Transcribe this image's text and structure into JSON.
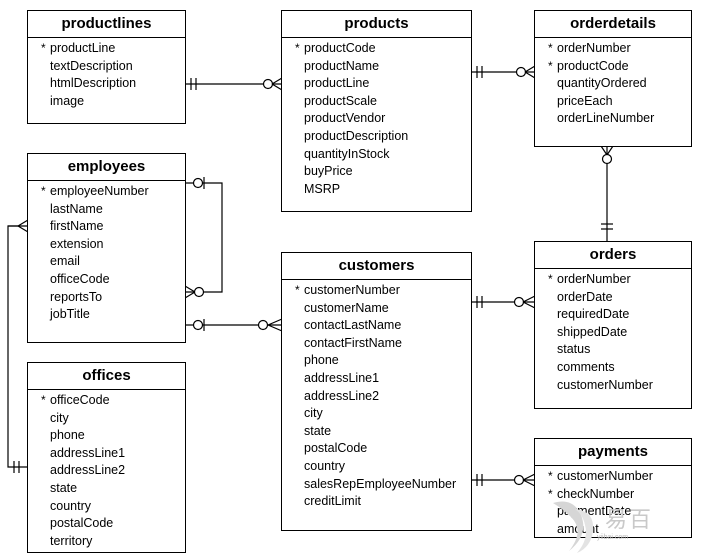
{
  "entities": {
    "productlines": {
      "name": "productlines",
      "fields": [
        {
          "name": "productLine",
          "pk": true
        },
        {
          "name": "textDescription",
          "pk": false
        },
        {
          "name": "htmlDescription",
          "pk": false
        },
        {
          "name": "image",
          "pk": false
        }
      ]
    },
    "products": {
      "name": "products",
      "fields": [
        {
          "name": "productCode",
          "pk": true
        },
        {
          "name": "productName",
          "pk": false
        },
        {
          "name": "productLine",
          "pk": false
        },
        {
          "name": "productScale",
          "pk": false
        },
        {
          "name": "productVendor",
          "pk": false
        },
        {
          "name": "productDescription",
          "pk": false
        },
        {
          "name": "quantityInStock",
          "pk": false
        },
        {
          "name": "buyPrice",
          "pk": false
        },
        {
          "name": "MSRP",
          "pk": false
        }
      ]
    },
    "orderdetails": {
      "name": "orderdetails",
      "fields": [
        {
          "name": "orderNumber",
          "pk": true
        },
        {
          "name": "productCode",
          "pk": true
        },
        {
          "name": "quantityOrdered",
          "pk": false
        },
        {
          "name": "priceEach",
          "pk": false
        },
        {
          "name": "orderLineNumber",
          "pk": false
        }
      ]
    },
    "employees": {
      "name": "employees",
      "fields": [
        {
          "name": "employeeNumber",
          "pk": true
        },
        {
          "name": "lastName",
          "pk": false
        },
        {
          "name": "firstName",
          "pk": false
        },
        {
          "name": "extension",
          "pk": false
        },
        {
          "name": "email",
          "pk": false
        },
        {
          "name": "officeCode",
          "pk": false
        },
        {
          "name": "reportsTo",
          "pk": false
        },
        {
          "name": "jobTitle",
          "pk": false
        }
      ]
    },
    "customers": {
      "name": "customers",
      "fields": [
        {
          "name": "customerNumber",
          "pk": true
        },
        {
          "name": "customerName",
          "pk": false
        },
        {
          "name": "contactLastName",
          "pk": false
        },
        {
          "name": "contactFirstName",
          "pk": false
        },
        {
          "name": "phone",
          "pk": false
        },
        {
          "name": "addressLine1",
          "pk": false
        },
        {
          "name": "addressLine2",
          "pk": false
        },
        {
          "name": "city",
          "pk": false
        },
        {
          "name": "state",
          "pk": false
        },
        {
          "name": "postalCode",
          "pk": false
        },
        {
          "name": "country",
          "pk": false
        },
        {
          "name": "salesRepEmployeeNumber",
          "pk": false
        },
        {
          "name": "creditLimit",
          "pk": false
        }
      ]
    },
    "orders": {
      "name": "orders",
      "fields": [
        {
          "name": "orderNumber",
          "pk": true
        },
        {
          "name": "orderDate",
          "pk": false
        },
        {
          "name": "requiredDate",
          "pk": false
        },
        {
          "name": "shippedDate",
          "pk": false
        },
        {
          "name": "status",
          "pk": false
        },
        {
          "name": "comments",
          "pk": false
        },
        {
          "name": "customerNumber",
          "pk": false
        }
      ]
    },
    "offices": {
      "name": "offices",
      "fields": [
        {
          "name": "officeCode",
          "pk": true
        },
        {
          "name": "city",
          "pk": false
        },
        {
          "name": "phone",
          "pk": false
        },
        {
          "name": "addressLine1",
          "pk": false
        },
        {
          "name": "addressLine2",
          "pk": false
        },
        {
          "name": "state",
          "pk": false
        },
        {
          "name": "country",
          "pk": false
        },
        {
          "name": "postalCode",
          "pk": false
        },
        {
          "name": "territory",
          "pk": false
        }
      ]
    },
    "payments": {
      "name": "payments",
      "fields": [
        {
          "name": "customerNumber",
          "pk": true
        },
        {
          "name": "checkNumber",
          "pk": true
        },
        {
          "name": "paymentDate",
          "pk": false
        },
        {
          "name": "amount",
          "pk": false
        }
      ]
    }
  },
  "pk_marker": "*",
  "watermark": {
    "text": "易百",
    "url": "yiibai.com"
  },
  "colors": {
    "line": "#000000",
    "box_border": "#000000",
    "watermark": "#c9c9c9"
  }
}
